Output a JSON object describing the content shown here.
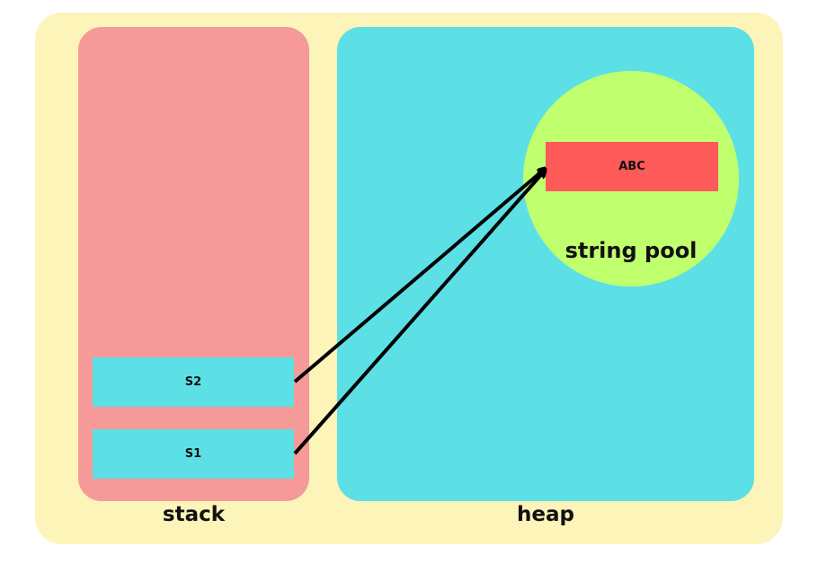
{
  "regions": {
    "stack_label": "stack",
    "heap_label": "heap",
    "pool_label": "string pool"
  },
  "stack_vars": [
    {
      "label": "S2"
    },
    {
      "label": "S1"
    }
  ],
  "pool_value": "ABC",
  "references": [
    {
      "from": "S2",
      "to": "ABC"
    },
    {
      "from": "S1",
      "to": "ABC"
    }
  ],
  "colors": {
    "background": "#fdf4b9",
    "stack": "#f59a98",
    "heap": "#5ce0e6",
    "pool": "#c0ff6e",
    "value_box": "#ff5a5a",
    "arrow": "#000000"
  }
}
